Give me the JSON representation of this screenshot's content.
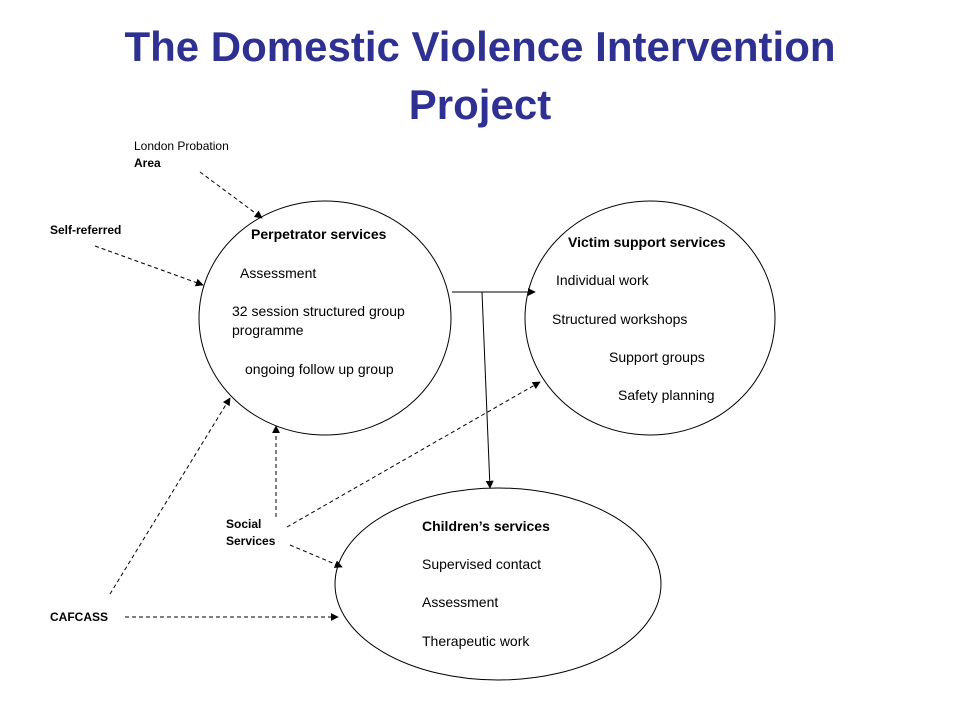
{
  "title": {
    "line1": "The Domestic Violence Intervention",
    "line2": "Project"
  },
  "sources": {
    "london_probation_line1": "London Probation",
    "london_probation_line2": "Area",
    "self_referred": "Self-referred",
    "social_services_line1": "Social",
    "social_services_line2": "Services",
    "cafcass": "CAFCASS"
  },
  "perpetrator": {
    "header": "Perpetrator services",
    "items": [
      "Assessment",
      "32 session structured group",
      "programme",
      "ongoing follow up group"
    ]
  },
  "victim": {
    "header": "Victim support services",
    "items": [
      "Individual work",
      "Structured workshops",
      "Support groups",
      "Safety planning"
    ]
  },
  "children": {
    "header": "Children’s services",
    "items": [
      "Supervised contact",
      "Assessment",
      "Therapeutic work"
    ]
  }
}
